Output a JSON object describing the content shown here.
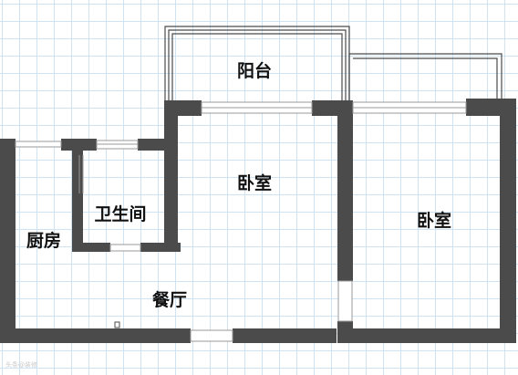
{
  "rooms": {
    "balcony": "阳台",
    "bedroom_center": "卧室",
    "bedroom_right": "卧室",
    "bathroom": "卫生间",
    "kitchen": "厨房",
    "dining": "餐厅"
  },
  "watermark": "头条@装修"
}
